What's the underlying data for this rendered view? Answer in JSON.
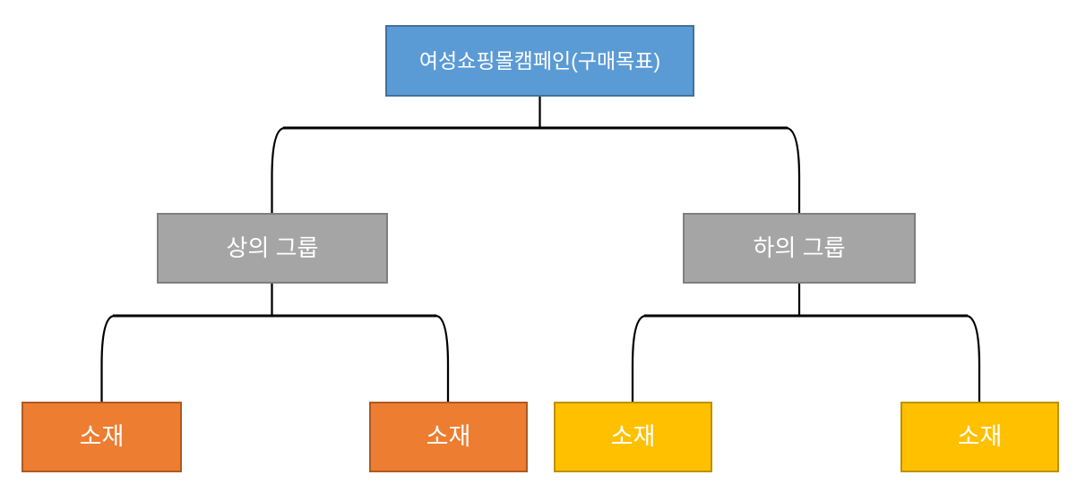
{
  "diagram": {
    "title": "여성쇼핑몰캠페인(구매목표)",
    "root": {
      "label": "여성쇼핑몰캠페인(구매목표)",
      "fill": "#5B9BD5",
      "border": "#41719C",
      "text_color": "#FFFFFF"
    },
    "groups": [
      {
        "label": "상의 그룹",
        "fill": "#A5A5A5",
        "border": "#7F7F7F",
        "text_color": "#FFFFFF",
        "parent": "여성쇼핑몰캠페인(구매목표)"
      },
      {
        "label": "하의 그룹",
        "fill": "#A5A5A5",
        "border": "#7F7F7F",
        "text_color": "#FFFFFF",
        "parent": "여성쇼핑몰캠페인(구매목표)"
      }
    ],
    "leaves": [
      {
        "label": "소재",
        "fill": "#ED7D31",
        "border": "#AE5A21",
        "text_color": "#FFFFFF",
        "parent": "상의 그룹"
      },
      {
        "label": "소재",
        "fill": "#ED7D31",
        "border": "#AE5A21",
        "text_color": "#FFFFFF",
        "parent": "상의 그룹"
      },
      {
        "label": "소재",
        "fill": "#FFC000",
        "border": "#BF9000",
        "text_color": "#FFFFFF",
        "parent": "하의 그룹"
      },
      {
        "label": "소재",
        "fill": "#FFC000",
        "border": "#BF9000",
        "text_color": "#FFFFFF",
        "parent": "하의 그룹"
      }
    ],
    "connector_color": "#000000",
    "background_color": "#FFFFFF"
  }
}
